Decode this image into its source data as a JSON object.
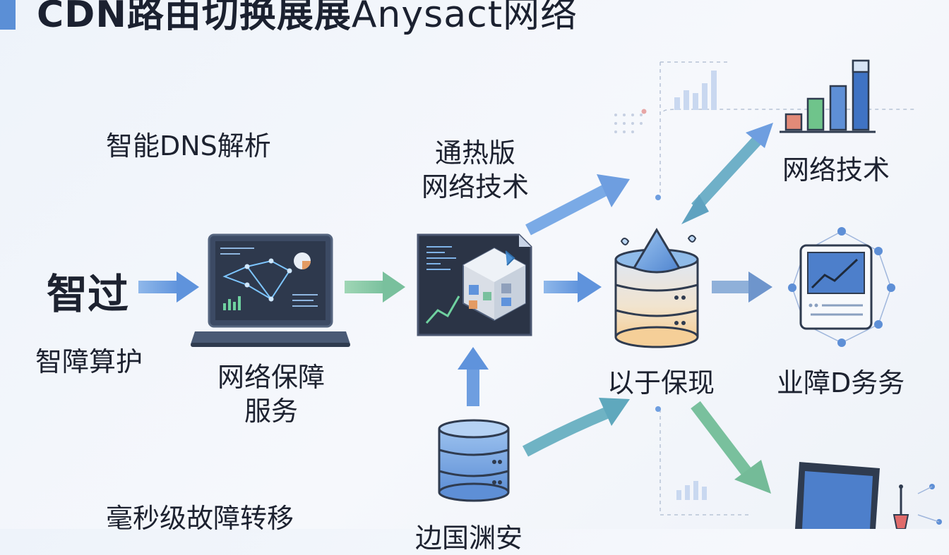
{
  "title": {
    "cjk": "CDN路由切换展展",
    "latin": "Anysact网络"
  },
  "labels": {
    "smart_dns": "智能DNS解析",
    "smart_pass": "智过",
    "smart_protect": "智障算护",
    "network_service_line1": "网络保障",
    "network_service_line2": "服务",
    "hot_line1": "通热版",
    "hot_line2": "网络技术",
    "network_tech": "网络技术",
    "guarantee": "以于保现",
    "business": "业障D务务",
    "ms_failover": "毫秒级故障转移",
    "bottom_partial": "边国渊安"
  },
  "colors": {
    "arrow_blue": "#6e9ee0",
    "arrow_green": "#7cc8a4",
    "accent_blue": "#3f73c4",
    "screen_dark": "#2b3446"
  },
  "icons": [
    "laptop-dashboard-icon",
    "code-cube-window-icon",
    "database-cone-icon",
    "bar-chart-icon",
    "line-chart-card-icon",
    "database-icon",
    "laptop-icon",
    "server-tower-icon"
  ]
}
